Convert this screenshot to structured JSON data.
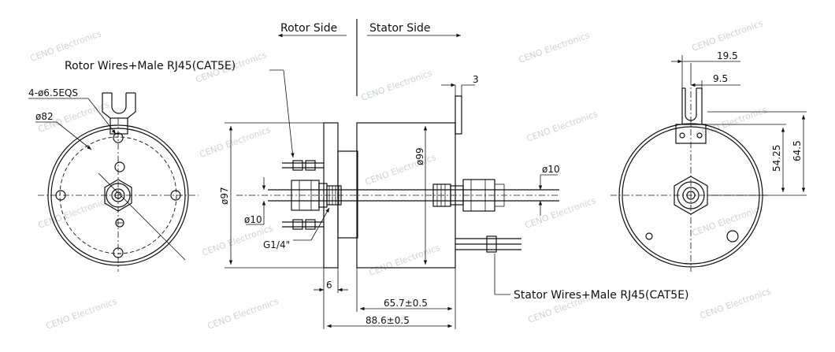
{
  "labels": {
    "rotor_side": "Rotor Side",
    "stator_side": "Stator Side",
    "rotor_wires": "Rotor Wires+Male  RJ45(CAT5E)",
    "stator_wires": "Stator Wires+Male RJ45(CAT5E)",
    "mount_holes": "4-ø6.5EQS",
    "dia_82": "ø82",
    "dia_97": "ø97",
    "dia_99": "ø99",
    "dia_10_left": "ø10",
    "dia_10_right": "ø10",
    "thread": "G1/4\"",
    "flange_thk": "3",
    "flange_6": "6",
    "len_65": "65.7±0.5",
    "len_88": "88.6±0.5",
    "dim_19_5": "19.5",
    "dim_9_5": "9.5",
    "dim_54_25": "54.25",
    "dim_64_5": "64.5"
  },
  "watermark": "CENO Electronics",
  "colors": {
    "line": "#111111",
    "watermark": "#b9c4cf"
  }
}
